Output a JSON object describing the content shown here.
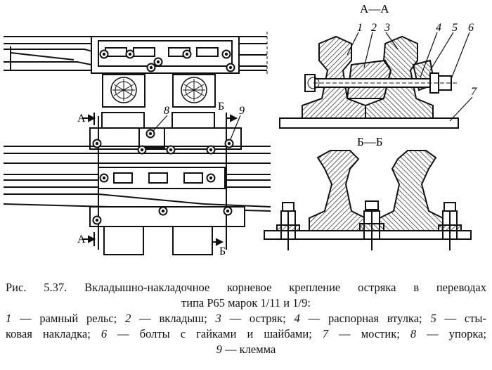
{
  "figure": {
    "section_aa": "А—А",
    "section_bb": "Б—Б",
    "callouts": [
      "1",
      "2",
      "3",
      "4",
      "5",
      "6",
      "7",
      "8",
      "9"
    ],
    "cut_a": "А",
    "cut_b": "Б"
  },
  "caption": {
    "title_line1": "Рис. 5.37. Вкладышно-накладочное корневое крепление остряка в переводах",
    "title_line2": "типа Р65 марок 1/11 и 1/9:",
    "legend": [
      {
        "num": "1",
        "text": " — рамный рельс; "
      },
      {
        "num": "2",
        "text": " — вкладыш; "
      },
      {
        "num": "3",
        "text": " — остряк; "
      },
      {
        "num": "4",
        "text": " — распорная втулка; "
      },
      {
        "num": "5",
        "text": " — сты-"
      },
      {
        "num": "",
        "text": "ковая накладка; "
      },
      {
        "num": "6",
        "text": " — болты с гайками и шайбами; "
      },
      {
        "num": "7",
        "text": " — мостик; "
      },
      {
        "num": "8",
        "text": " — упорка;"
      },
      {
        "num": "9",
        "text": " — клемма"
      }
    ]
  }
}
